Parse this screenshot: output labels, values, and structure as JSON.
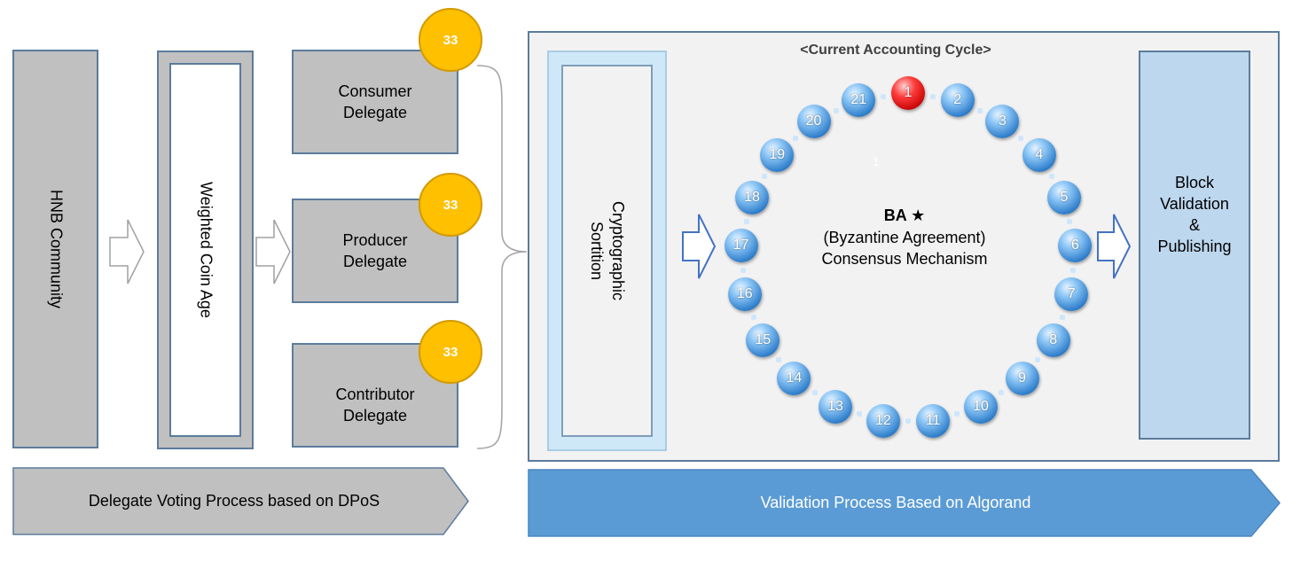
{
  "dpos": {
    "community_label": "HNB Community",
    "coin_age_label": "Weighted Coin Age",
    "delegates": [
      {
        "name": "Consumer\nDelegate",
        "votes": "33"
      },
      {
        "name": "Producer\nDelegate",
        "votes": "33"
      },
      {
        "name": "Contributor\nDelegate",
        "votes": "33"
      }
    ],
    "process_label": "Delegate Voting Process based on DPoS"
  },
  "algorand": {
    "cycle_title": "<Current Accounting Cycle>",
    "sortition_label": "Cryptographic\nSortition",
    "ba_title": "BA ★",
    "ba_sub1": "(Byzantine Agreement)",
    "ba_sub2": "Consensus Mechanism",
    "stray_label": "1",
    "nodes": [
      "1",
      "2",
      "3",
      "4",
      "5",
      "6",
      "7",
      "8",
      "9",
      "10",
      "11",
      "12",
      "13",
      "14",
      "15",
      "16",
      "17",
      "18",
      "19",
      "20",
      "21"
    ],
    "active_node": "1",
    "block_label": "Block\nValidation\n&\nPublishing",
    "process_label": "Validation Process Based on Algorand"
  },
  "colors": {
    "gray_fill": "#c0c0c0",
    "box_border": "#5b7c9c",
    "coin": "#ffc000",
    "arrow_blue": "#5b9bd5",
    "active_node": "#e00000",
    "node_blue": "#2b7bc9"
  }
}
